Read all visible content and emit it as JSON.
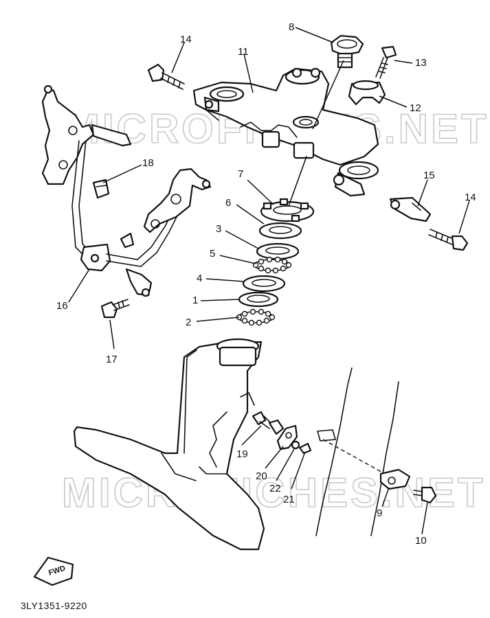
{
  "watermark": {
    "text": "MICROFICHES.NET",
    "color": "#c9c9c9"
  },
  "catalog_code": "3LY1351-9220",
  "fwd_label": "FWD",
  "callouts": [
    "1",
    "2",
    "3",
    "4",
    "5",
    "6",
    "7",
    "8",
    "9",
    "10",
    "11",
    "12",
    "13",
    "14",
    "14",
    "15",
    "16",
    "17",
    "18",
    "19",
    "20",
    "21",
    "22"
  ]
}
